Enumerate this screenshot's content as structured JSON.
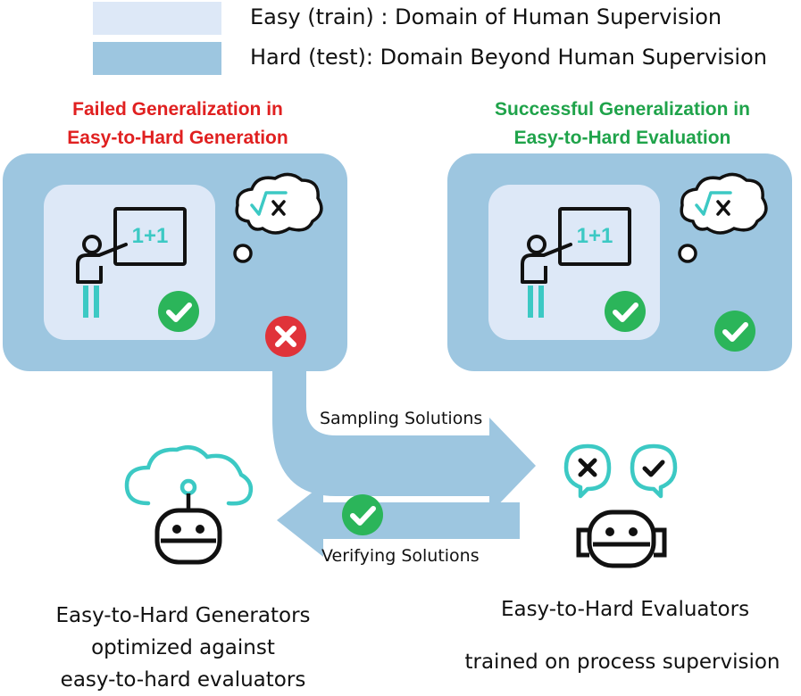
{
  "legend": {
    "easy": {
      "label": "Easy (train) : Domain of Human Supervision",
      "color": "#dde8f7"
    },
    "hard": {
      "label": "Hard (test): Domain Beyond Human Supervision",
      "color": "#9dc6e0"
    }
  },
  "left_panel": {
    "heading_line1": "Failed Generalization in",
    "heading_line2": "Easy-to-Hard Generation",
    "heading_color": "#e02020",
    "board_text": "1+1",
    "easy_result": "check-icon",
    "hard_result": "cross-icon"
  },
  "right_panel": {
    "heading_line1": "Successful Generalization in",
    "heading_line2": "Easy-to-Hard Evaluation",
    "heading_color": "#1fa34a",
    "board_text": "1+1",
    "easy_result": "check-icon",
    "hard_result": "check-icon"
  },
  "flow": {
    "sampling": "Sampling Solutions",
    "verifying": "Verifying Solutions"
  },
  "generators": {
    "line1": "Easy-to-Hard Generators",
    "line2": "optimized against",
    "line3": "easy-to-hard evaluators"
  },
  "evaluators": {
    "line1": "Easy-to-Hard Evaluators",
    "line2": "trained on process supervision"
  },
  "colors": {
    "teal": "#3cc9c4",
    "green": "#2bb55a",
    "red": "#e0333a",
    "arrow": "#9dc6e0"
  }
}
